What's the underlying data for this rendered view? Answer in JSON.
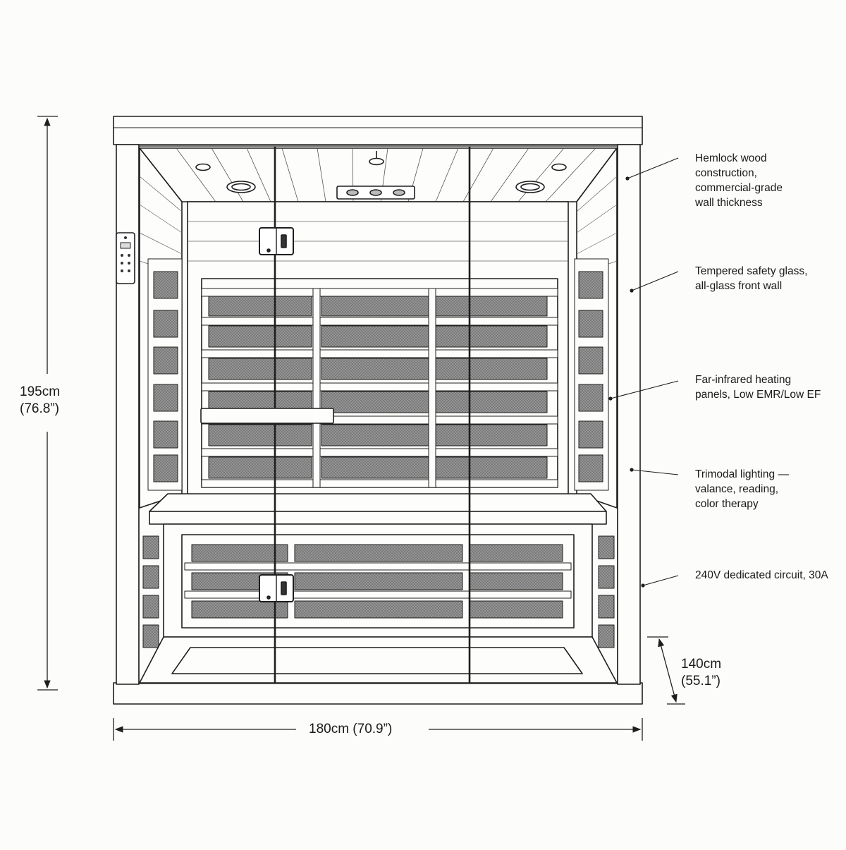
{
  "dimensions": {
    "height": {
      "cm": "195cm",
      "in": "(76.8”)"
    },
    "depth": {
      "cm": "140cm",
      "in": "(55.1”)"
    },
    "width": {
      "label": "180cm (70.9”)"
    }
  },
  "callouts": [
    {
      "lines": [
        "Hemlock wood",
        "construction,",
        "commercial-grade",
        "wall thickness"
      ]
    },
    {
      "lines": [
        "Tempered safety glass,",
        "all-glass front wall"
      ]
    },
    {
      "lines": [
        "Far-infrared heating",
        "panels, Low EMR/Low EF"
      ]
    },
    {
      "lines": [
        "Trimodal lighting —",
        "valance, reading,",
        "color therapy"
      ]
    },
    {
      "lines": [
        "240V dedicated circuit, 30A"
      ]
    }
  ],
  "icons": {
    "control_panel": "control-panel-icon",
    "hinge": "door-hinge-icon",
    "ceiling_light": "ceiling-light-icon",
    "speaker": "ceiling-speaker-icon"
  },
  "colors": {
    "line": "#1e1e1e",
    "panel_fill": "#8a8a8a",
    "wood": "#fdfdfb",
    "background": "#fcfcfa"
  }
}
